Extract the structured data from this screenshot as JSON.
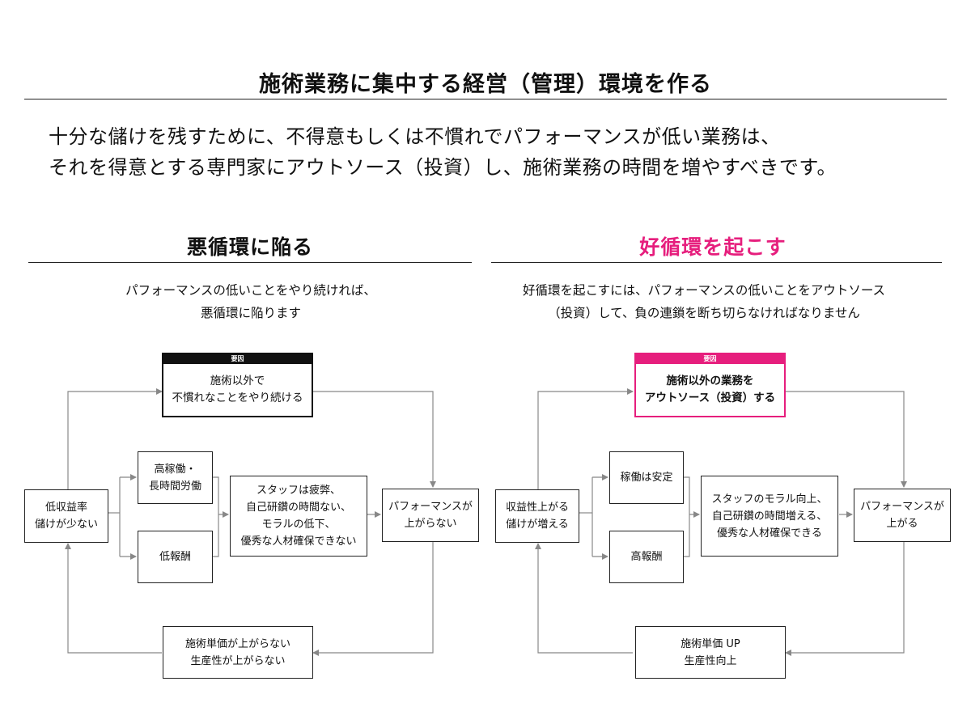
{
  "page": {
    "title": "施術業務に集中する経営（管理）環境を作る",
    "lead_lines": [
      "十分な儲けを残すために、不得意もしくは不慣れでパフォーマンスが低い業務は、",
      "それを得意とする専門家にアウトソース（投資）し、施術業務の時間を増やすべきです。"
    ]
  },
  "colors": {
    "accent": "#e61e7d",
    "line": "#888888",
    "text": "#111111"
  },
  "vicious": {
    "title": "悪循環に陥る",
    "desc_lines": [
      "パフォーマンスの低いことをやり続ければ、",
      "悪循環に陥ります"
    ],
    "factor": {
      "tag": "要因",
      "lines": [
        "施術以外で",
        "不慣れなことをやり続ける"
      ]
    },
    "low_income": [
      "低収益率",
      "儲けが少ない"
    ],
    "high_work": [
      "高稼働・",
      "長時間労働"
    ],
    "low_pay": [
      "低報酬"
    ],
    "staff": [
      "スタッフは疲弊、",
      "自己研鑽の時間ない、",
      "モラルの低下、",
      "優秀な人材確保できない"
    ],
    "performance": [
      "パフォーマンスが",
      "上がらない"
    ],
    "price": [
      "施術単価が上がらない",
      "生産性が上がらない"
    ]
  },
  "virtuous": {
    "title": "好循環を起こす",
    "desc_lines": [
      "好循環を起こすには、パフォーマンスの低いことをアウトソース",
      "（投資）して、負の連鎖を断ち切らなければなりません"
    ],
    "factor": {
      "tag": "要因",
      "lines": [
        "施術以外の業務を",
        "アウトソース（投資）する"
      ]
    },
    "income_up": [
      "収益性上がる",
      "儲けが増える"
    ],
    "work_stable": [
      "稼働は安定"
    ],
    "high_pay": [
      "高報酬"
    ],
    "staff": [
      "スタッフのモラル向上、",
      "自己研鑽の時間増える、",
      "優秀な人材確保できる"
    ],
    "performance": [
      "パフォーマンスが",
      "上がる"
    ],
    "price": [
      "施術単価 UP",
      "生産性向上"
    ]
  }
}
